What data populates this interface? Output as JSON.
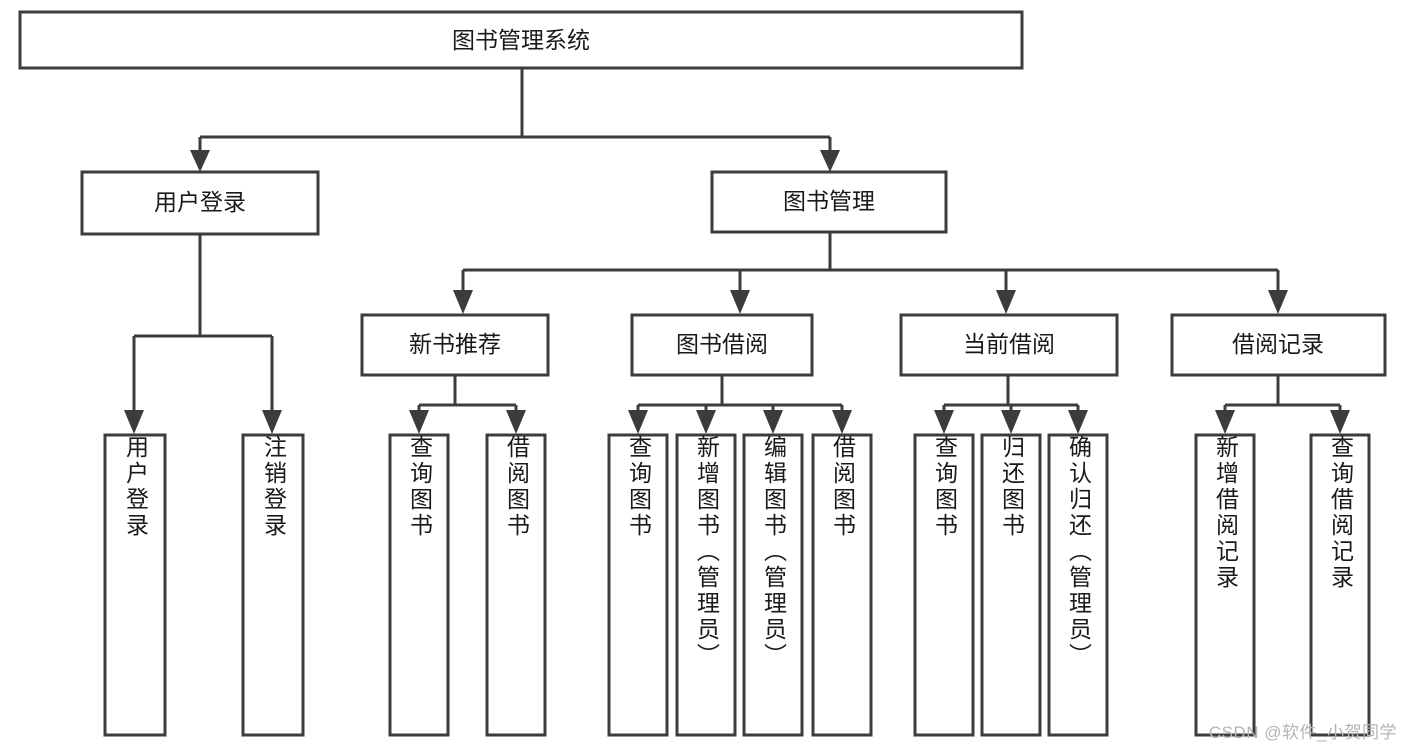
{
  "diagram": {
    "title": "图书管理系统",
    "type": "tree-hierarchy-diagram",
    "colors": {
      "stroke": "#3c3c3c",
      "fill": "#ffffff",
      "text": "#1a1a1a",
      "watermark": "#b4b4b4",
      "background": "#ffffff"
    },
    "root": {
      "label": "图书管理系统"
    },
    "level2": [
      {
        "label": "用户登录"
      },
      {
        "label": "图书管理"
      }
    ],
    "level3": [
      {
        "label": "新书推荐"
      },
      {
        "label": "图书借阅"
      },
      {
        "label": "当前借阅"
      },
      {
        "label": "借阅记录"
      }
    ],
    "leaves": {
      "user_login": [
        {
          "label": "用户登录"
        },
        {
          "label": "注销登录"
        }
      ],
      "new_book_recommend": [
        {
          "label": "查询图书"
        },
        {
          "label": "借阅图书"
        }
      ],
      "book_borrow": [
        {
          "label": "查询图书"
        },
        {
          "label": "新增图书（管理员）"
        },
        {
          "label": "编辑图书（管理员）"
        },
        {
          "label": "借阅图书"
        }
      ],
      "current_borrow": [
        {
          "label": "查询图书"
        },
        {
          "label": "归还图书"
        },
        {
          "label": "确认归还（管理员）"
        }
      ],
      "borrow_record": [
        {
          "label": "新增借阅记录"
        },
        {
          "label": "查询借阅记录"
        }
      ]
    },
    "watermark": "CSDN @软件_小贺同学"
  }
}
